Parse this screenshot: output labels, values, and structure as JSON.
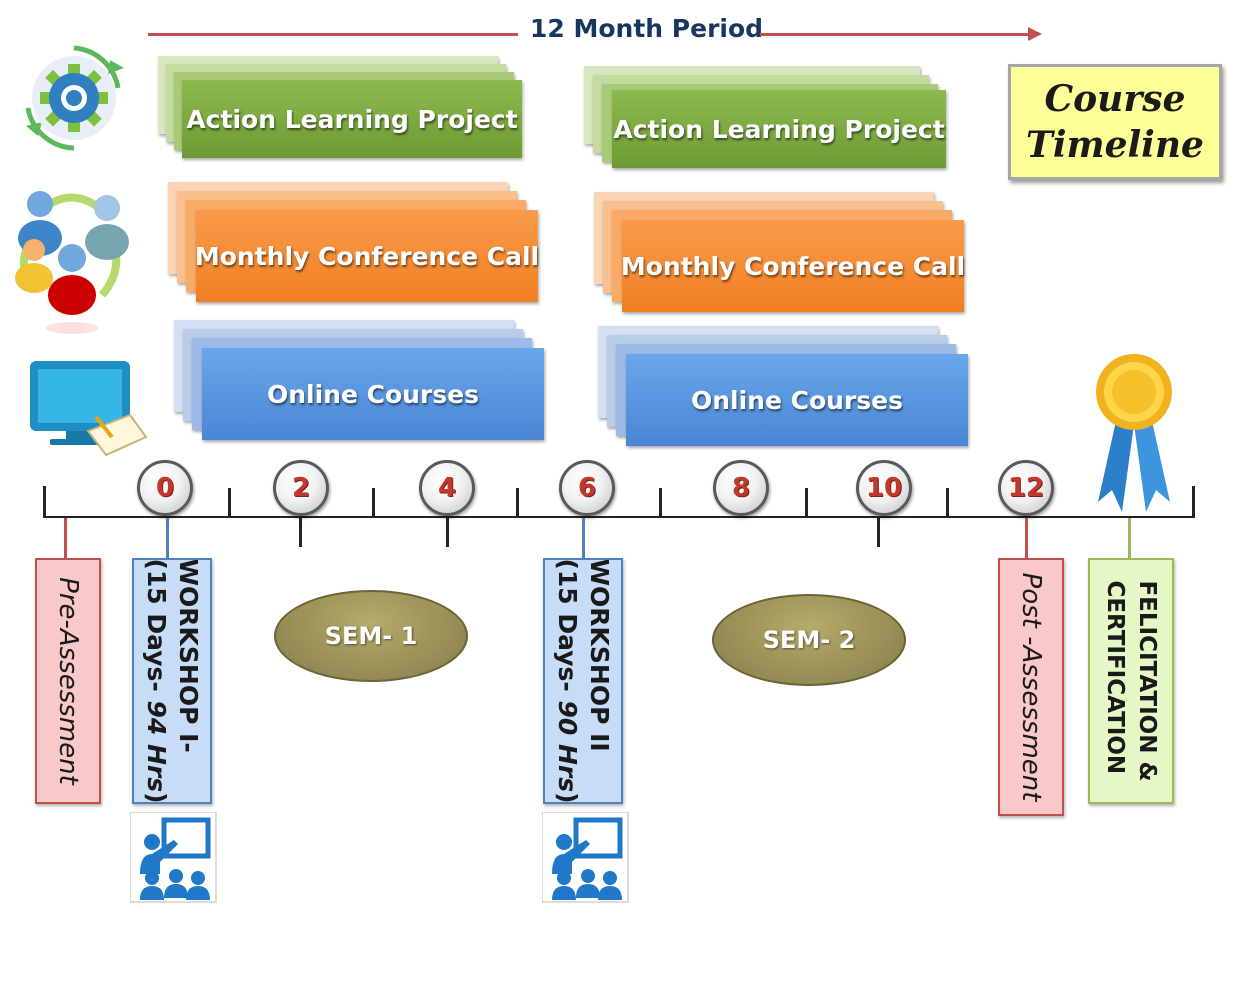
{
  "header": {
    "period_label": "12 Month Period"
  },
  "title": {
    "line1": "Course",
    "line2": "Timeline"
  },
  "tracks": [
    {
      "label": "Action Learning Project",
      "color": "#77a33c",
      "icon": "gear-cycle-icon"
    },
    {
      "label": "Monthly Conference Call",
      "color": "#f79646",
      "icon": "people-cycle-icon"
    },
    {
      "label": "Online Courses",
      "color": "#5a96dc",
      "icon": "monitor-icon"
    }
  ],
  "months": [
    "0",
    "2",
    "4",
    "6",
    "8",
    "10",
    "12"
  ],
  "semesters": [
    "SEM- 1",
    "SEM- 2"
  ],
  "milestones": {
    "pre_assessment": "Pre-Assessment",
    "workshop1": {
      "title": "WORKSHOP I-",
      "detail_prefix": "(15 Days- ",
      "detail_hours": "94 Hrs",
      "detail_suffix": ")"
    },
    "workshop2": {
      "title": "WORKSHOP II",
      "detail_prefix": "(15 Days- ",
      "detail_hours": "90 Hrs",
      "detail_suffix": ")"
    },
    "post_assessment": "Post -Assessment",
    "felicitation": {
      "line1": "FELICITATION &",
      "line2": "CERTIFICATION"
    }
  },
  "colors": {
    "period_arrow": "#c0504d",
    "pre_box": "#f9c8c8",
    "workshop_box": "#c6dcf7",
    "felicitation_box": "#e4f7c4",
    "month_number": "#c0392b",
    "sem_ellipse": "#948a54"
  },
  "icons": [
    "gear-cycle-icon",
    "people-cycle-icon",
    "monitor-icon",
    "award-ribbon-icon",
    "presentation-icon"
  ]
}
